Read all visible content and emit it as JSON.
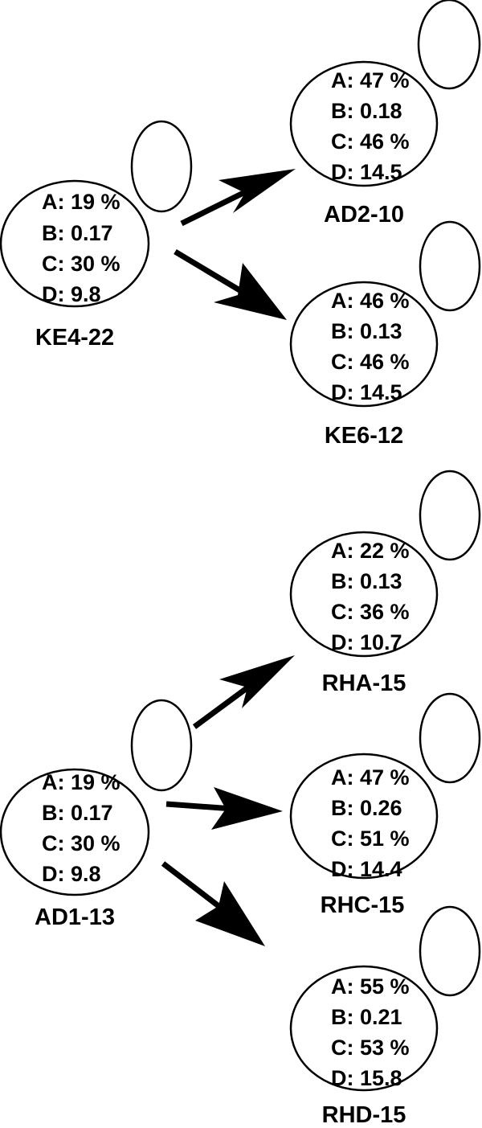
{
  "groups": [
    {
      "source": {
        "name": "KE4-22",
        "metrics": [
          "A: 19 %",
          "B: 0.17",
          "C: 30 %",
          "D: 9.8"
        ]
      },
      "targets": [
        {
          "name": "AD2-10",
          "metrics": [
            "A: 47 %",
            "B: 0.18",
            "C: 46 %",
            "D: 14.5"
          ]
        },
        {
          "name": "KE6-12",
          "metrics": [
            "A: 46 %",
            "B: 0.13",
            "C: 46 %",
            "D: 14.5"
          ]
        }
      ]
    },
    {
      "source": {
        "name": "AD1-13",
        "metrics": [
          "A: 19 %",
          "B: 0.17",
          "C: 30 %",
          "D: 9.8"
        ]
      },
      "targets": [
        {
          "name": "RHA-15",
          "metrics": [
            "A: 22 %",
            "B: 0.13",
            "C: 36 %",
            "D: 10.7"
          ]
        },
        {
          "name": "RHC-15",
          "metrics": [
            "A: 47 %",
            "B: 0.26",
            "C: 51 %",
            "D: 14.4"
          ]
        },
        {
          "name": "RHD-15",
          "metrics": [
            "A: 55 %",
            "B: 0.21",
            "C: 53 %",
            "D: 15.8"
          ]
        }
      ]
    }
  ]
}
